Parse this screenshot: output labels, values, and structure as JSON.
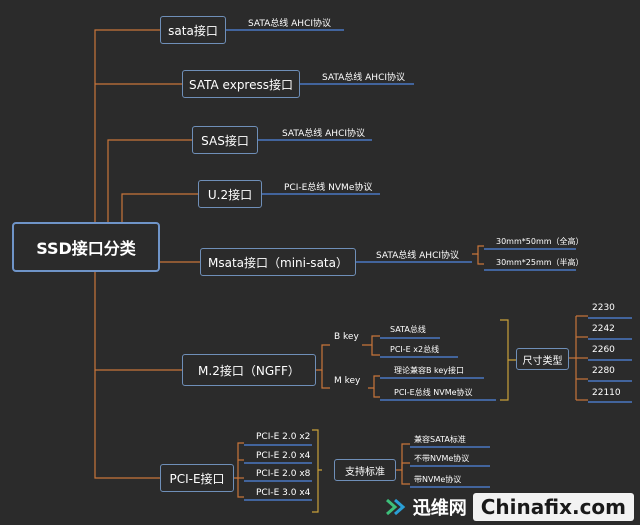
{
  "root": {
    "label": "SSD接口分类"
  },
  "branches": {
    "sata": {
      "label": "sata接口",
      "detail": "SATA总线  AHCI协议"
    },
    "sata_express": {
      "label": "SATA express接口",
      "detail": "SATA总线  AHCI协议"
    },
    "sas": {
      "label": "SAS接口",
      "detail": "SATA总线  AHCI协议"
    },
    "u2": {
      "label": "U.2接口",
      "detail": "PCI-E总线  NVMe协议"
    },
    "msata": {
      "label": "Msata接口（mini-sata）",
      "detail": "SATA总线  AHCI协议",
      "sizes": [
        "30mm*50mm（全高）",
        "30mm*25mm（半高）"
      ]
    },
    "m2": {
      "label": "M.2接口（NGFF）",
      "b_key": "B key",
      "b_key_items": [
        "SATA总线",
        "PCI-E x2总线"
      ],
      "m_key": "M key",
      "m_key_items": [
        "理论兼容B key接口",
        "PCI-E总线  NVMe协议"
      ],
      "size_type": "尺寸类型",
      "sizes": [
        "2230",
        "2242",
        "2260",
        "2280",
        "22110"
      ]
    },
    "pcie": {
      "label": "PCI-E接口",
      "versions": [
        "PCI-E 2.0 x2",
        "PCI-E 2.0 x4",
        "PCI-E 2.0 x8",
        "PCI-E 3.0 x4"
      ],
      "support": "支持标准",
      "support_items": [
        "兼容SATA标准",
        "不带NVMe协议",
        "带NVMe协议"
      ]
    }
  },
  "watermark": {
    "cn": "迅维网",
    "en": "Chinafix.com"
  },
  "colors": {
    "background": "#2b2b2b",
    "node_border": "#6f8fb8",
    "connector": "#c8753a",
    "underline": "#4a78c2",
    "bracket": "#c8a03a"
  }
}
